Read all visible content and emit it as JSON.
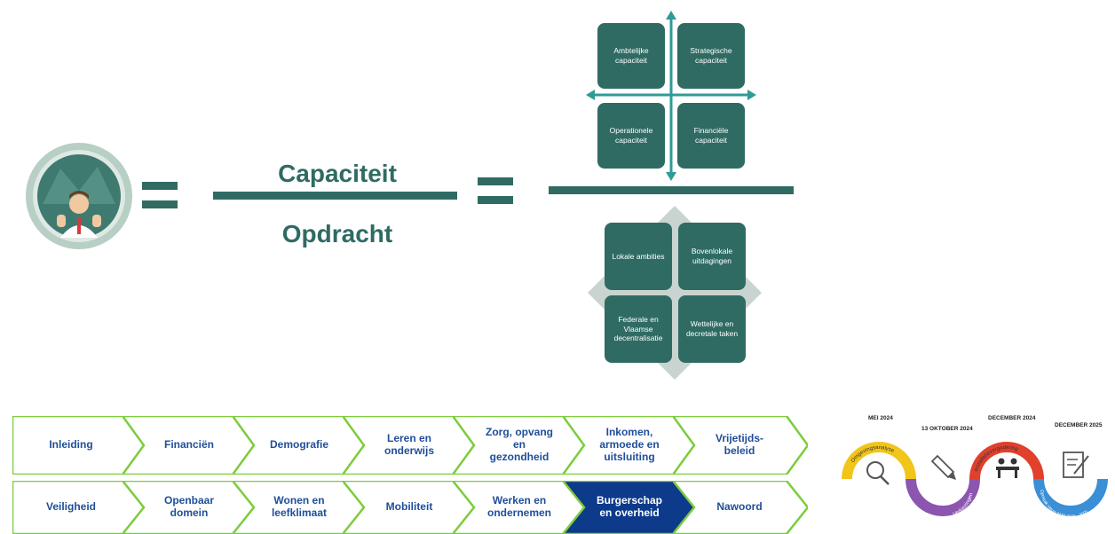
{
  "equation": {
    "numerator": "Capaciteit",
    "denominator": "Opdracht"
  },
  "capacity_quadrants": [
    "Ambtelijke capaciteit",
    "Strategische capaciteit",
    "Operationele capaciteit",
    "Financiële capaciteit"
  ],
  "assignment_quadrants": [
    "Lokale ambities",
    "Bovenlokale uitdagingen",
    "Federale en Vlaamse decentralisatie",
    "Wettelijke en decretale taken"
  ],
  "chapters_row1": [
    "Inleiding",
    "Financiën",
    "Demografie",
    "Leren en\nonderwijs",
    "Zorg, opvang\nen\ngezondheid",
    "Inkomen,\narmoede en\nuitsluiting",
    "Vrijetijds-\nbeleid"
  ],
  "chapters_row2": [
    "Veiligheid",
    "Openbaar\ndomein",
    "Wonen en\nleefklimaat",
    "Mobiliteit",
    "Werken en\nondernemen",
    "Burgerschap\nen overheid",
    "Nawoord"
  ],
  "active_chapter": "Burgerschap\nen overheid",
  "colors": {
    "teal": "#2f6b63",
    "chevron_border": "#7ccc3c",
    "chevron_text": "#1f4e9a",
    "active_fill": "#0d3a8a",
    "timeline_yellow": "#f2c51b",
    "timeline_purple": "#8b55b0",
    "timeline_red": "#e0402c",
    "timeline_blue": "#3a8fd6"
  },
  "timeline": {
    "dates": [
      "MEI 2024",
      "13 OKTOBER 2024",
      "DECEMBER 2024",
      "DECEMBER 2025"
    ],
    "stages": [
      "Omgevingsanalyse",
      "Verkiezingen",
      "Installatievergadering",
      "Opmaak nieuw MJP 2026 - 2031"
    ],
    "icons": [
      "magnifier-icon",
      "pencil-icon",
      "meeting-icon",
      "document-edit-icon"
    ]
  }
}
